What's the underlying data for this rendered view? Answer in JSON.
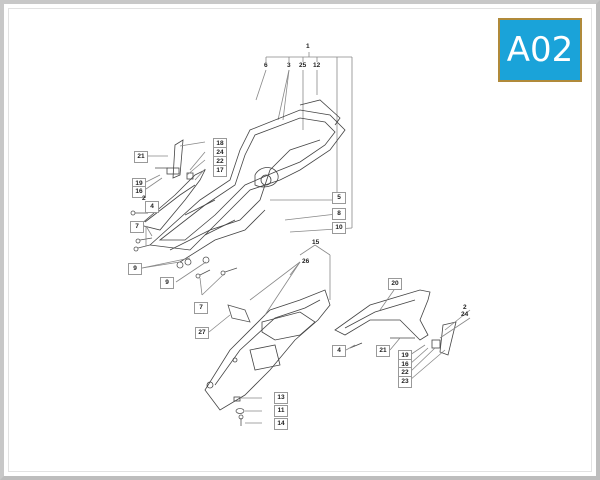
{
  "badge": {
    "label": "A02",
    "bg_color": "#1aa3d9",
    "border_color": "#b08a3a"
  },
  "callouts": {
    "c1": "1",
    "c6": "6",
    "c3": "3",
    "c25": "25",
    "c12": "12",
    "c21a": "21",
    "c18": "18",
    "c24a": "24",
    "c22a": "22",
    "c17": "17",
    "c19a": "19",
    "c16a": "16",
    "c2a": "2",
    "c4a": "4",
    "c7a": "7",
    "c9a": "9",
    "c9b": "9",
    "c7b": "7",
    "c5": "5",
    "c8": "8",
    "c10": "10",
    "c15": "15",
    "c26": "26",
    "c27": "27",
    "c20": "20",
    "c2b": "2",
    "c24b": "24",
    "c4b": "4",
    "c21b": "21",
    "c19b": "19",
    "c16b": "16",
    "c22b": "22",
    "c23": "23",
    "c13": "13",
    "c11": "11",
    "c14": "14"
  }
}
